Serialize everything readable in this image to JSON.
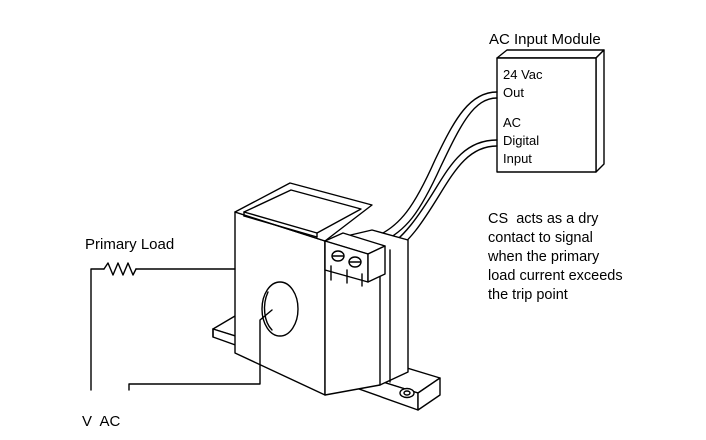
{
  "module": {
    "title": "AC Input Module",
    "out_label": [
      "24 Vac",
      "Out"
    ],
    "input_label": [
      "AC",
      "Digital",
      "Input"
    ]
  },
  "primary_load_label": "Primary Load",
  "supply_label": "V  AC",
  "note_lines": [
    "CS  acts as a dry",
    "contact to signal",
    "when the primary",
    "load current exceeds",
    "the trip point"
  ],
  "colors": {
    "line": "#000000",
    "background": "#ffffff",
    "module_shade": "#ffffff"
  }
}
